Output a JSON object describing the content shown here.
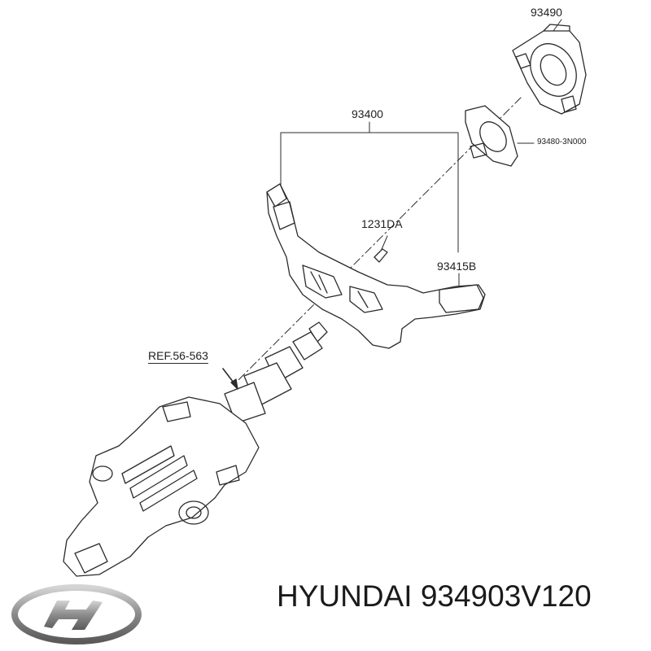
{
  "diagram": {
    "callouts": {
      "clock_spring": "93490",
      "switch_assembly": "93400",
      "angle_sensor": "93480-3N000",
      "screw": "1231DA",
      "wiper_switch": "93415B",
      "column_ref": "REF.56-563"
    }
  },
  "caption": {
    "brand": "HYUNDAI",
    "part_number": "934903V120"
  },
  "colors": {
    "line": "#2b2b2b",
    "logo_gray": "#8a8a8a"
  }
}
